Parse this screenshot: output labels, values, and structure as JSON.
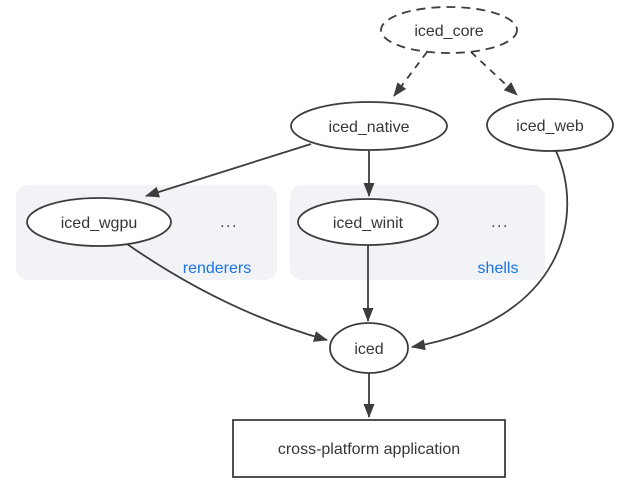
{
  "colors": {
    "background": "#ffffff",
    "node_stroke": "#3d3d3d",
    "node_fill": "#ffffff",
    "text": "#363636",
    "group_fill": "#f2f3f7",
    "group_label_blue": "#1a73e8"
  },
  "nodes": {
    "iced_core": {
      "label": "iced_core",
      "shape": "dashed-ellipse"
    },
    "iced_native": {
      "label": "iced_native",
      "shape": "ellipse"
    },
    "iced_web": {
      "label": "iced_web",
      "shape": "ellipse"
    },
    "iced_wgpu": {
      "label": "iced_wgpu",
      "shape": "ellipse"
    },
    "iced_winit": {
      "label": "iced_winit",
      "shape": "ellipse"
    },
    "iced": {
      "label": "iced",
      "shape": "ellipse"
    },
    "application": {
      "label": "cross-platform application",
      "shape": "rect"
    }
  },
  "groups": {
    "renderers": {
      "label": "renderers",
      "ellipsis": "...",
      "members": [
        "iced_wgpu"
      ]
    },
    "shells": {
      "label": "shells",
      "ellipsis": "...",
      "members": [
        "iced_winit"
      ]
    }
  },
  "edges": [
    {
      "from": "iced_core",
      "to": "iced_native",
      "style": "dashed"
    },
    {
      "from": "iced_core",
      "to": "iced_web",
      "style": "dashed"
    },
    {
      "from": "iced_native",
      "to": "iced_wgpu",
      "style": "solid"
    },
    {
      "from": "iced_native",
      "to": "iced_winit",
      "style": "solid"
    },
    {
      "from": "iced_winit",
      "to": "iced",
      "style": "solid"
    },
    {
      "from": "iced_wgpu",
      "to": "iced",
      "style": "solid"
    },
    {
      "from": "iced_web",
      "to": "iced",
      "style": "solid"
    },
    {
      "from": "iced",
      "to": "application",
      "style": "solid"
    }
  ]
}
